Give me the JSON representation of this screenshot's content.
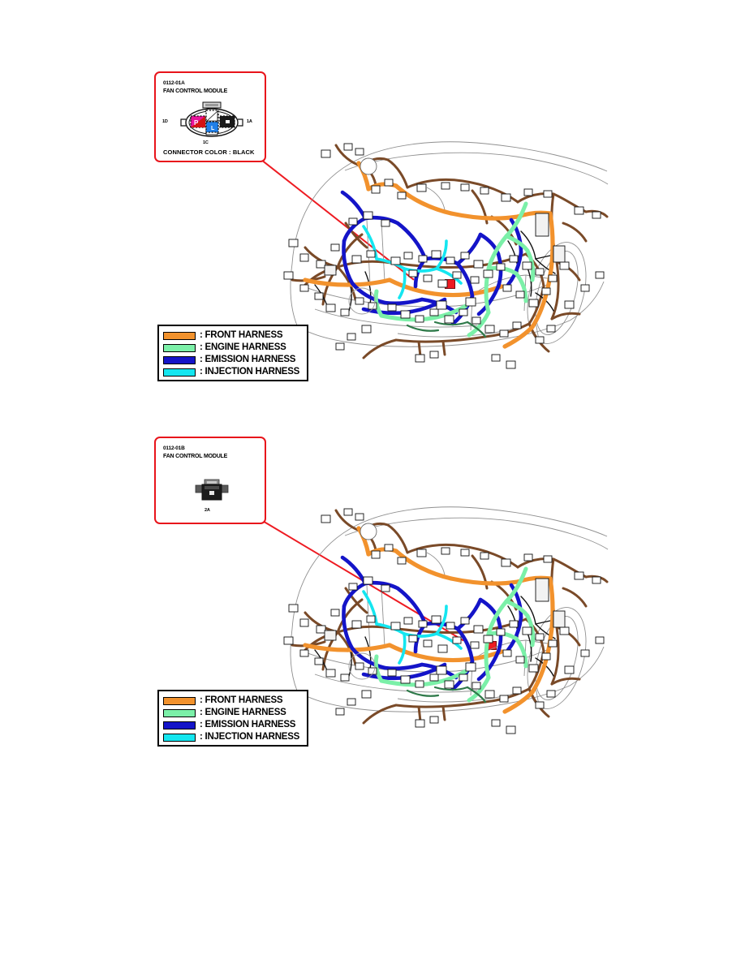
{
  "document": {
    "type": "wiring-harness-routing-diagram",
    "page_background": "#ffffff"
  },
  "figures": [
    {
      "id": "figure-top",
      "callout": {
        "code": "0112-01A",
        "name": "FAN CONTROL MODULE",
        "connector_color_label": "CONNECTOR COLOR : BLACK",
        "border_color": "#e8141b",
        "connector": {
          "shape": "oval-4-cavity",
          "pins": [
            {
              "label": "1D",
              "position": "left",
              "cavity_color": "#e8149b"
            },
            {
              "label": "1A",
              "position": "right",
              "cavity_color": "#1a1a1a"
            },
            {
              "label": "1C",
              "position": "bottom",
              "cavity_color": "#1f7fe8"
            },
            {
              "label": "",
              "position": "top",
              "cavity_color": "#ffffff"
            }
          ]
        }
      },
      "legend": {
        "items": [
          {
            "label": ": FRONT HARNESS",
            "color": "#f2922d"
          },
          {
            "label": ": ENGINE HARNESS",
            "color": "#7bf0a8"
          },
          {
            "label": ": EMISSION HARNESS",
            "color": "#1414c8"
          },
          {
            "label": ": INJECTION HARNESS",
            "color": "#14e6f0"
          }
        ]
      },
      "leader": {
        "color": "#ee1b22",
        "target_marker_color": "#ee1b22"
      },
      "illustration": {
        "subject": "vehicle front engine compartment, top-front three-quarter view",
        "body_outline_color": "#8c8c8c",
        "base_harness_color": "#7a4a28"
      }
    },
    {
      "id": "figure-bottom",
      "callout": {
        "code": "0112-01B",
        "name": "FAN CONTROL MODULE",
        "connector_color_label": "",
        "border_color": "#e8141b",
        "connector": {
          "shape": "small-dark-2-cavity",
          "pins": [
            {
              "label": "2A",
              "position": "bottom",
              "cavity_color": "#2b2b2b"
            }
          ]
        }
      },
      "legend": {
        "items": [
          {
            "label": ": FRONT HARNESS",
            "color": "#f2922d"
          },
          {
            "label": ": ENGINE HARNESS",
            "color": "#7bf0a8"
          },
          {
            "label": ": EMISSION HARNESS",
            "color": "#1414c8"
          },
          {
            "label": ": INJECTION HARNESS",
            "color": "#14e6f0"
          }
        ]
      },
      "leader": {
        "color": "#ee1b22",
        "target_marker_color": "#ee1b22"
      },
      "illustration": {
        "subject": "vehicle front engine compartment, top-front three-quarter view",
        "body_outline_color": "#8c8c8c",
        "base_harness_color": "#7a4a28"
      }
    }
  ]
}
